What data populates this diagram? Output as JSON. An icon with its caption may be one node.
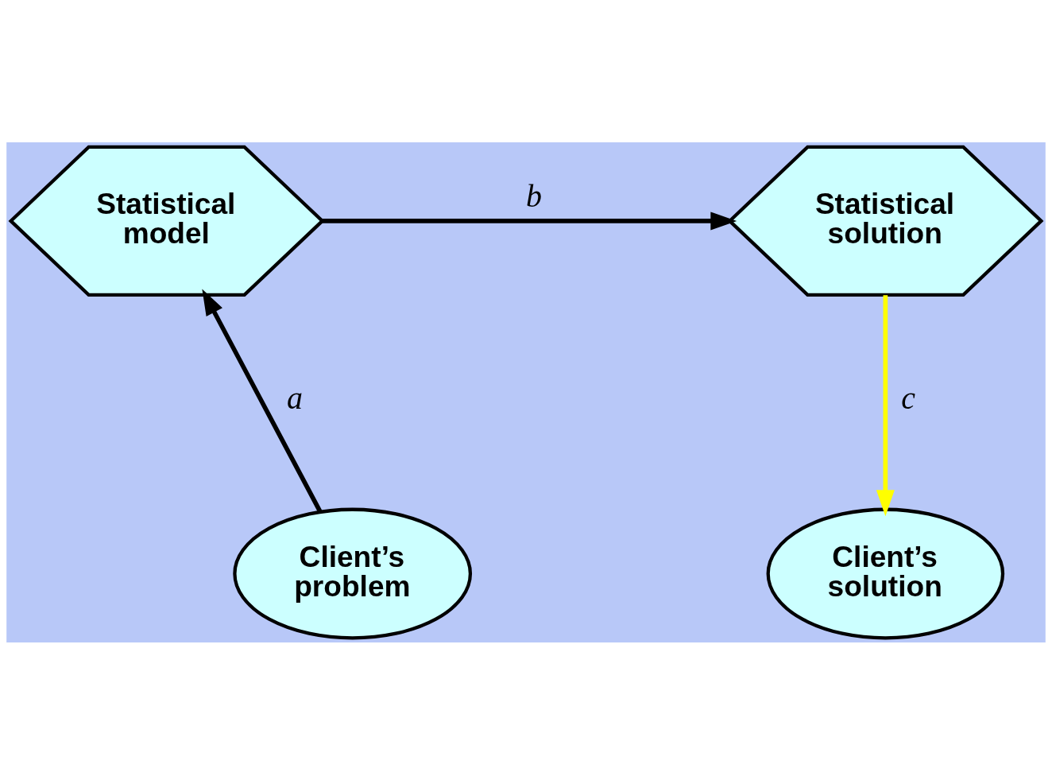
{
  "diagram": {
    "nodes": [
      {
        "text": [
          "Statistical model"
        ]
      },
      {
        "text": [
          "Statistical solution"
        ]
      },
      {
        "text": [
          "Client’s problem"
        ]
      },
      {
        "text": [
          "Client’s solution"
        ]
      }
    ],
    "edges": [
      {
        "from": 2,
        "to": 0,
        "arrow": "to",
        "label": "a"
      },
      {
        "from": 0,
        "to": 1,
        "arrow": "to",
        "label": "b"
      },
      {
        "from": 1,
        "to": 3,
        "arrow": "to",
        "label": "c",
        "color": "#ffff00"
      }
    ]
  }
}
